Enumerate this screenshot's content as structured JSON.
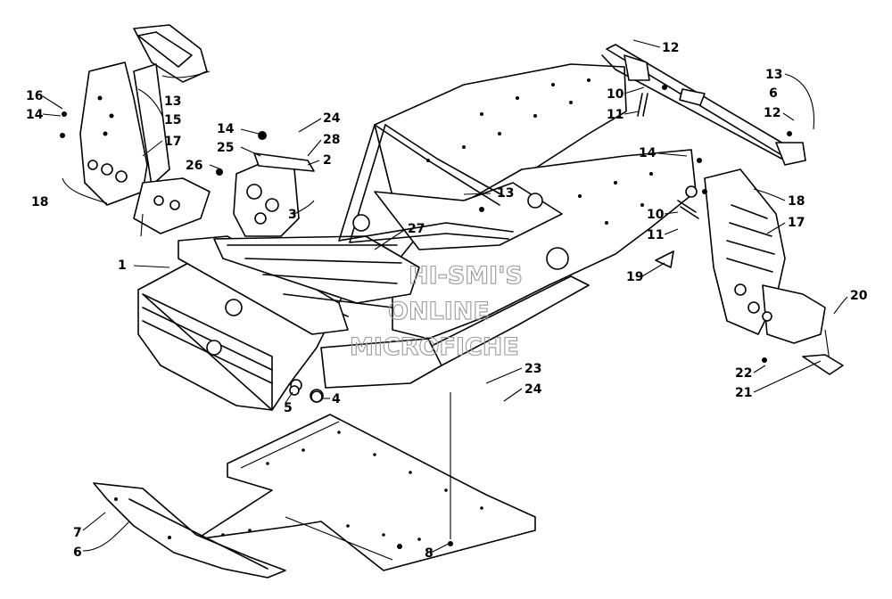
{
  "watermark": {
    "line1": "HI-SMI'S",
    "line2": "ONLINE",
    "line3": "MICROFICHE"
  },
  "callouts": [
    {
      "id": "c-16-left",
      "text": "16"
    },
    {
      "id": "c-14-left",
      "text": "14"
    },
    {
      "id": "c-13-topleft",
      "text": "13"
    },
    {
      "id": "c-15",
      "text": "15"
    },
    {
      "id": "c-17-left",
      "text": "17"
    },
    {
      "id": "c-26",
      "text": "26"
    },
    {
      "id": "c-18-left",
      "text": "18"
    },
    {
      "id": "c-14-center",
      "text": "14"
    },
    {
      "id": "c-25",
      "text": "25"
    },
    {
      "id": "c-24-top",
      "text": "24"
    },
    {
      "id": "c-28",
      "text": "28"
    },
    {
      "id": "c-2",
      "text": "2"
    },
    {
      "id": "c-3",
      "text": "3"
    },
    {
      "id": "c-13-center",
      "text": "13"
    },
    {
      "id": "c-27",
      "text": "27"
    },
    {
      "id": "c-1",
      "text": "1"
    },
    {
      "id": "c-5",
      "text": "5"
    },
    {
      "id": "c-4",
      "text": "4"
    },
    {
      "id": "c-12-top",
      "text": "12"
    },
    {
      "id": "c-13-right",
      "text": "13"
    },
    {
      "id": "c-6-right",
      "text": "6"
    },
    {
      "id": "c-12-right",
      "text": "12"
    },
    {
      "id": "c-10-top",
      "text": "10"
    },
    {
      "id": "c-11-top",
      "text": "11"
    },
    {
      "id": "c-14-right",
      "text": "14"
    },
    {
      "id": "c-10-mid",
      "text": "10"
    },
    {
      "id": "c-11-mid",
      "text": "11"
    },
    {
      "id": "c-19",
      "text": "19"
    },
    {
      "id": "c-18-right",
      "text": "18"
    },
    {
      "id": "c-17-right",
      "text": "17"
    },
    {
      "id": "c-20",
      "text": "20"
    },
    {
      "id": "c-22",
      "text": "22"
    },
    {
      "id": "c-21",
      "text": "21"
    },
    {
      "id": "c-23",
      "text": "23"
    },
    {
      "id": "c-24-bottom",
      "text": "24"
    },
    {
      "id": "c-7",
      "text": "7"
    },
    {
      "id": "c-6-bottom",
      "text": "6"
    },
    {
      "id": "c-8",
      "text": "8"
    }
  ]
}
